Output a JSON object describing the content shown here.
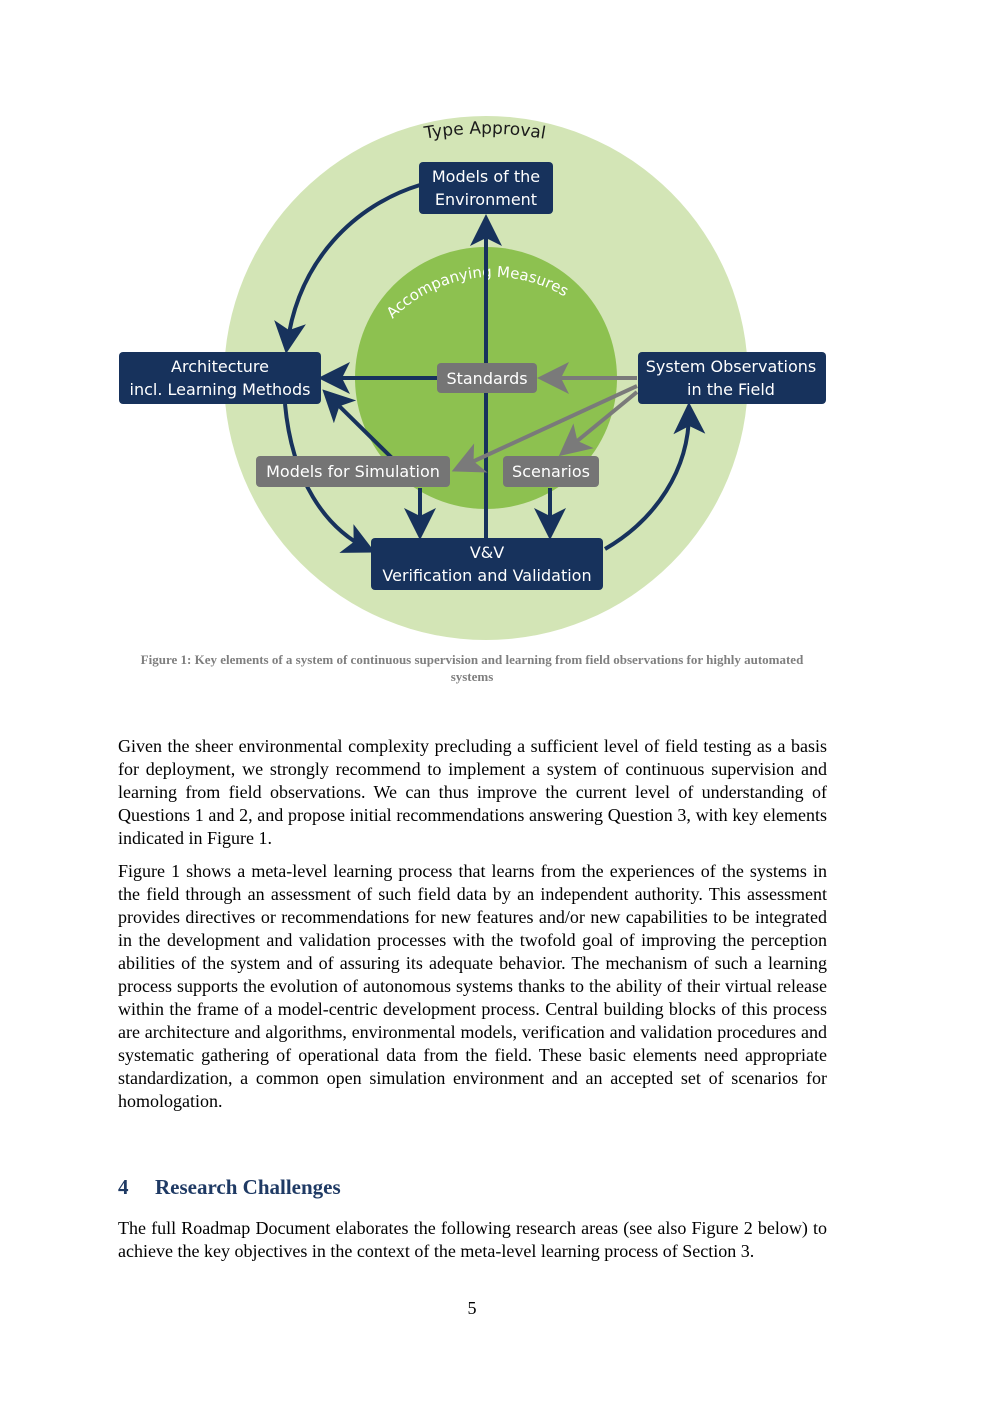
{
  "figure": {
    "outer_ring_label": "Type Approval",
    "inner_ring_label": "Accompanying Measures",
    "boxes": {
      "models_env": [
        "Models of the",
        "Environment"
      ],
      "architecture": [
        "Architecture",
        "incl. Learning Methods"
      ],
      "system_obs": [
        "System Observations",
        "in the Field"
      ],
      "vv": [
        "V&V",
        "Verification and Validation"
      ],
      "standards": "Standards",
      "models_sim": "Models for Simulation",
      "scenarios": "Scenarios"
    },
    "colors": {
      "outer_ring": "#d3e5b6",
      "inner_circle": "#8dc150",
      "navy_box": "#17325c",
      "gray_box": "#757575",
      "arrow_navy": "#17325c",
      "arrow_gray": "#7a7a7a"
    }
  },
  "caption": "Figure 1: Key elements of a system of continuous supervision and learning from field observations for highly automated systems",
  "paragraphs": [
    "Given the sheer environmental complexity precluding a sufficient level of field testing as a basis for deployment, we strongly recommend to implement a system of continuous supervision and learning from field observations. We can thus improve the current level of understanding of Questions 1 and 2, and propose initial recommendations answering Question 3, with key elements indicated in Figure 1.",
    "Figure 1 shows a meta-level learning process that learns from the experiences of the systems in the field through an assessment of such field data by an independent authority. This assessment provides directives or recommendations for new features and/or new capabilities to be integrated in the development and validation processes with the twofold goal of improving the perception abilities of the system and of assuring its adequate behavior. The mechanism of such a learning process supports the evolution of autonomous systems thanks to the ability of their virtual release within the frame of a model-centric development process. Central building blocks of this process are architecture and algorithms, environmental models, verification and validation procedures and systematic gathering of operational data from the field. These basic elements need appropriate standardization, a common open simulation environment and an accepted set of scenarios for homologation."
  ],
  "section": {
    "number": "4",
    "title": "Research Challenges"
  },
  "section_paragraph": "The full Roadmap Document elaborates the following research areas (see also Figure 2 below) to achieve the key objectives in the context of the meta-level learning process of Section 3.",
  "page_number": "5"
}
